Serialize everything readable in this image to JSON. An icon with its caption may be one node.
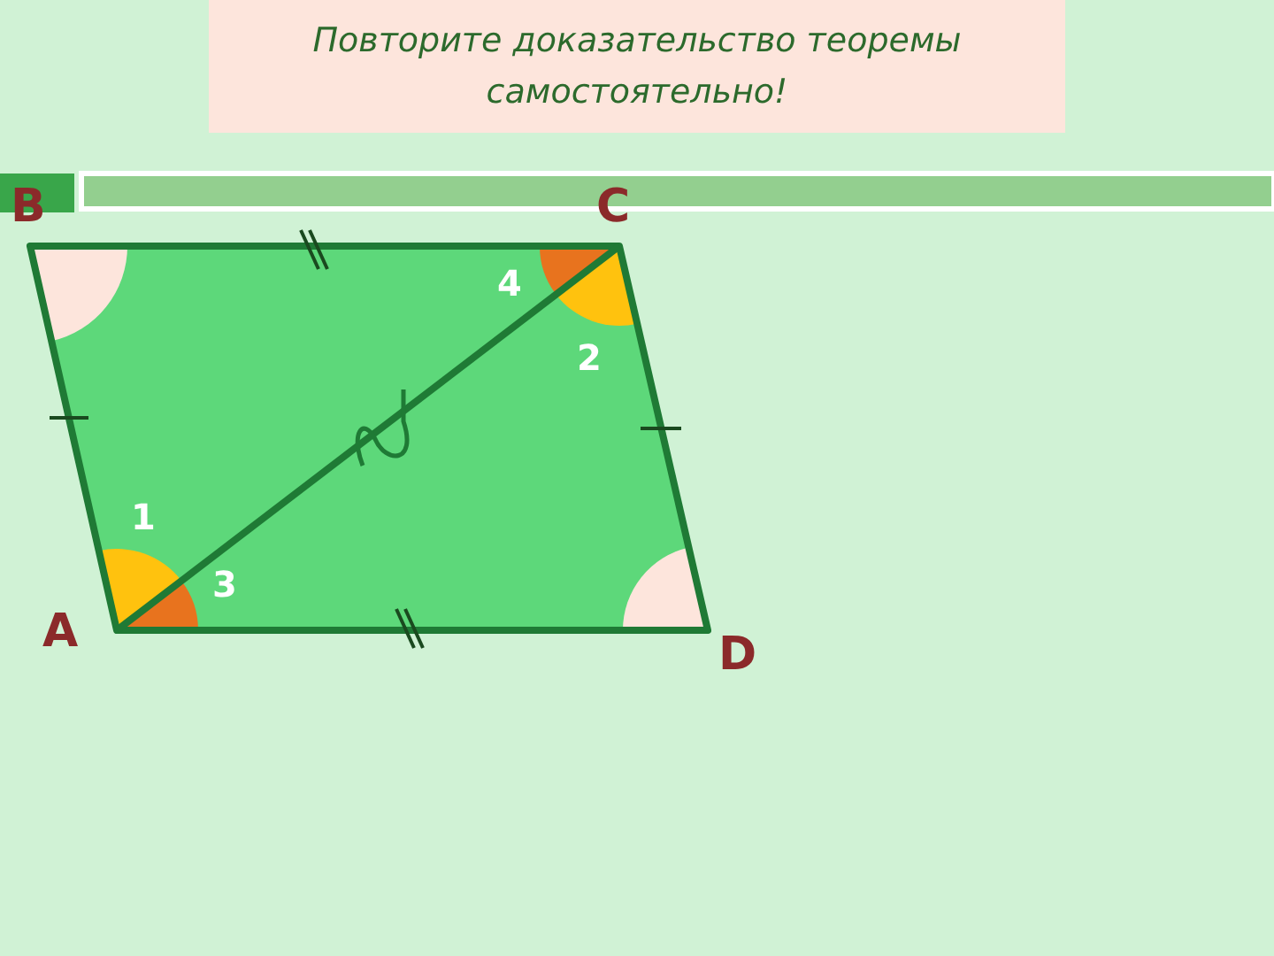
{
  "diagram": {
    "title": "Повторите доказательство теоремы самостоятельно!",
    "labels": [
      "B",
      "C",
      "4",
      "2",
      "1",
      "3",
      "A",
      "D"
    ]
  }
}
